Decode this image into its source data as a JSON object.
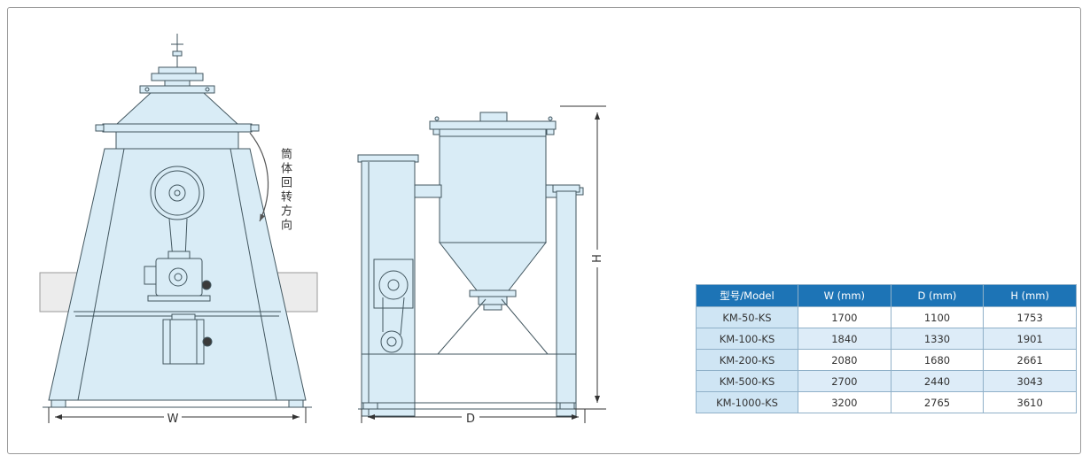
{
  "window": {
    "bg": "#ffffff",
    "frame_border_color": "#9a9a9a"
  },
  "diagram": {
    "rotation_label": "筒体回转方向",
    "dim_labels": {
      "w": "W",
      "d": "D",
      "h": "H"
    },
    "colors": {
      "machine_fill": "#d9ecf6",
      "machine_stroke": "#42565f",
      "dimension_line": "#333333",
      "side_panel_fill": "#ececec"
    }
  },
  "table": {
    "columns": [
      "型号/Model",
      "W (mm)",
      "D (mm)",
      "H (mm)"
    ],
    "rows": [
      [
        "KM-50-KS",
        "1700",
        "1100",
        "1753"
      ],
      [
        "KM-100-KS",
        "1840",
        "1330",
        "1901"
      ],
      [
        "KM-200-KS",
        "2080",
        "1680",
        "2661"
      ],
      [
        "KM-500-KS",
        "2700",
        "2440",
        "3043"
      ],
      [
        "KM-1000-KS",
        "3200",
        "2765",
        "3610"
      ]
    ],
    "colors": {
      "header_bg": "#1d74b6",
      "header_text": "#ffffff",
      "model_col_bg": "#cfe5f4",
      "alt_row_bg": "#ddecf8",
      "grid": "#8fb0c8"
    }
  }
}
